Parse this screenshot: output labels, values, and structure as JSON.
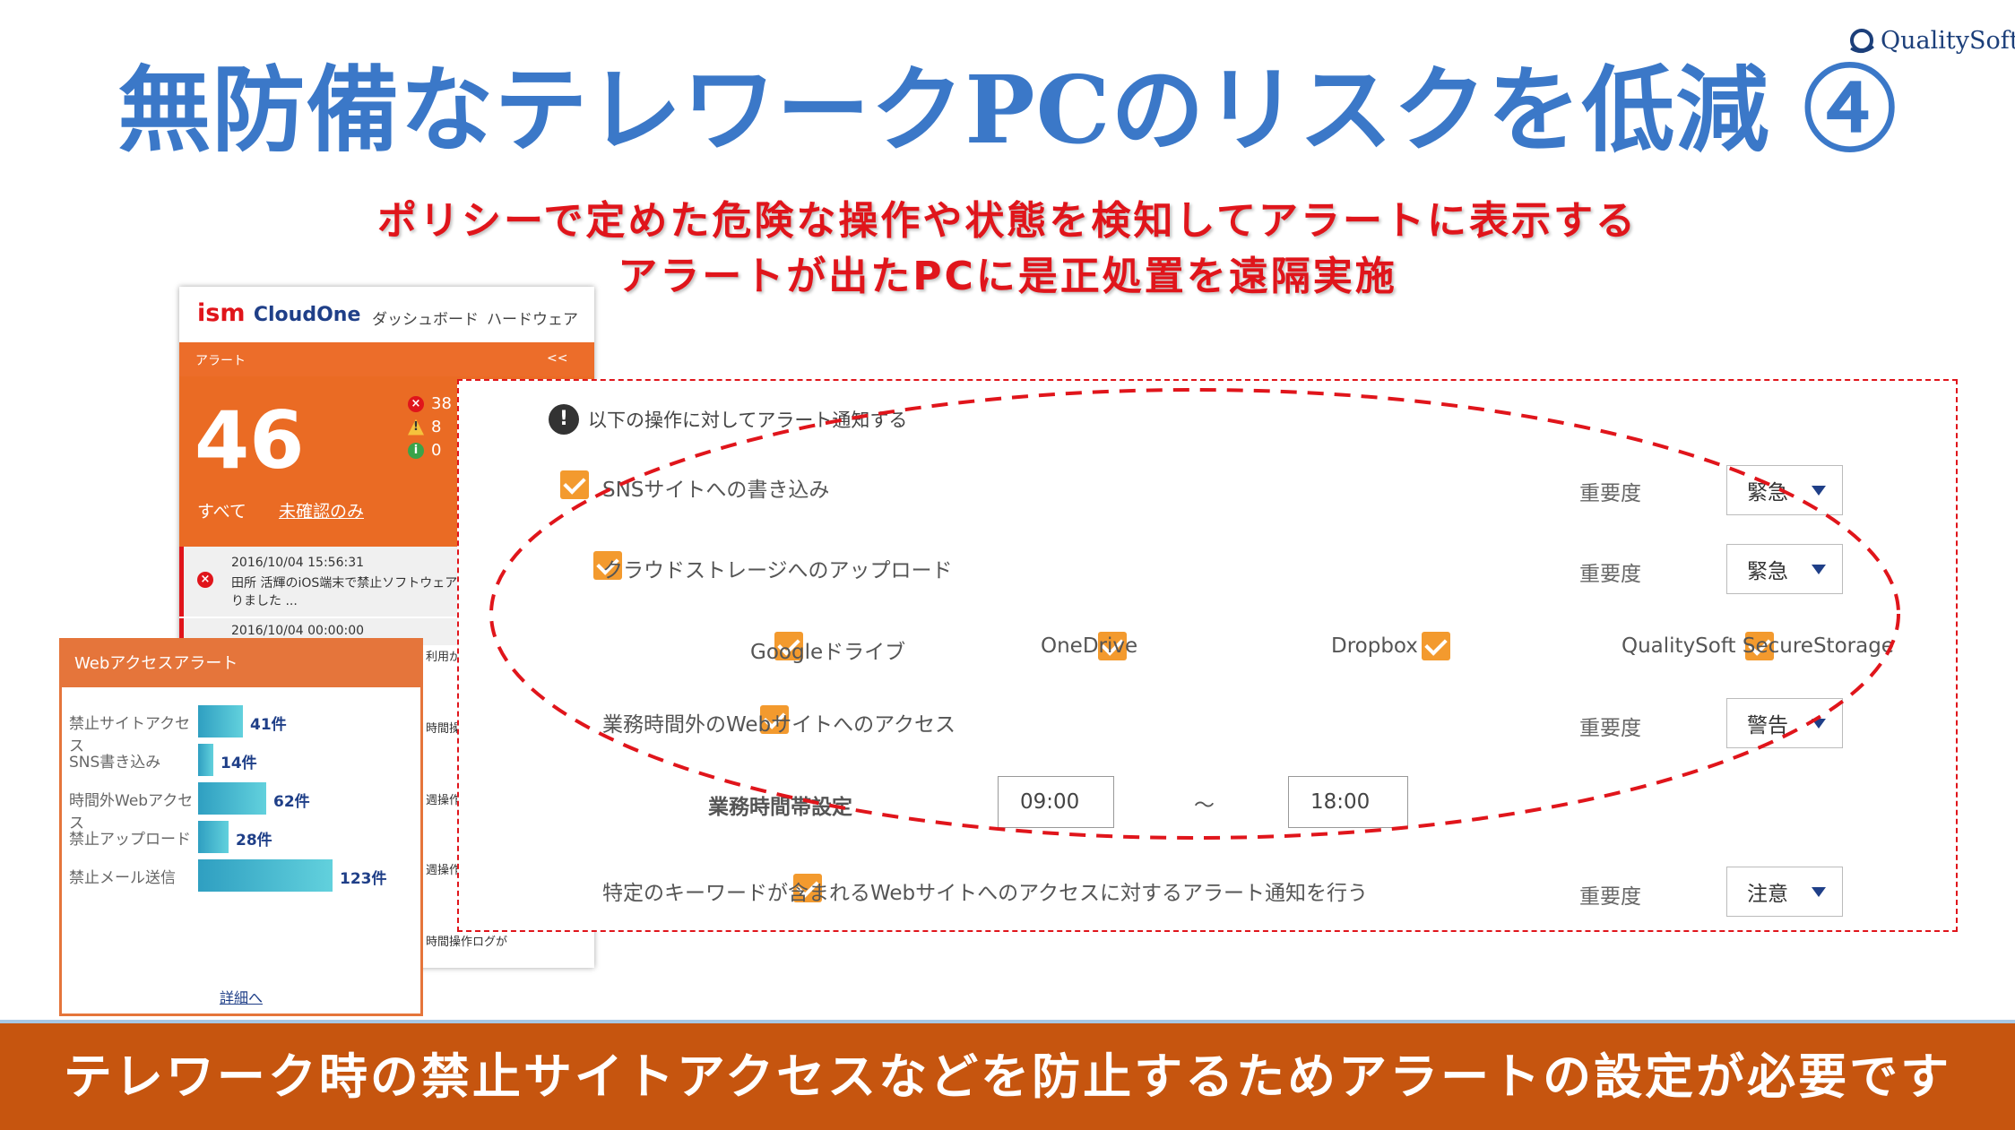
{
  "brand": {
    "name": "QualitySoft"
  },
  "title": "無防備なテレワークPCのリスクを低減 ④",
  "subtitle_lines": [
    "ポリシーで定めた危険な操作や状態を検知してアラートに表示する",
    "アラートが出たPCに是正処置を遠隔実施"
  ],
  "ism": {
    "logo_ism": "ism",
    "logo_cloud": "CloudOne",
    "tabs": [
      "ダッシュボード",
      "ハードウェア"
    ],
    "alert_header": "アラート",
    "collapse": "<<",
    "alert_count": "46",
    "stats": [
      {
        "icon": "error-icon",
        "value": "38",
        "color": "#e0151b"
      },
      {
        "icon": "warning-icon",
        "value": "8",
        "color": "#f5a623"
      },
      {
        "icon": "info-icon",
        "value": "0",
        "color": "#3aa34a"
      }
    ],
    "filter_all": "すべて",
    "filter_unconfirmed": "未確認のみ",
    "log1_time": "2016/10/04 15:56:31",
    "log1_text": "田所 活輝のiOS端末で禁止ソフトウェアの",
    "log1_text2": "りました ...",
    "log2_time": "2016/10/04 00:00:00",
    "side_snippets": [
      "利用が",
      "時間操",
      "週操作",
      "週操作",
      "時間操作ログが"
    ]
  },
  "web_alert": {
    "title": "Webアクセスアラート",
    "rows": [
      {
        "label": "禁止サイトアクセス",
        "value": "41件",
        "count": 41
      },
      {
        "label": "SNS書き込み",
        "value": "14件",
        "count": 14
      },
      {
        "label": "時間外Webアクセス",
        "value": "62件",
        "count": 62
      },
      {
        "label": "禁止アップロード",
        "value": "28件",
        "count": 28
      },
      {
        "label": "禁止メール送信",
        "value": "123件",
        "count": 123
      }
    ],
    "detail_link": "詳細へ"
  },
  "settings": {
    "header": "以下の操作に対してアラート通知する",
    "severity_label": "重要度",
    "sns": {
      "label": "SNSサイトへの書き込み",
      "severity": "緊急"
    },
    "cloud": {
      "label": "クラウドストレージへのアップロード",
      "severity": "緊急"
    },
    "cloud_services": [
      "Googleドライブ",
      "OneDrive",
      "Dropbox",
      "QualitySoft SecureStorage"
    ],
    "after_hours": {
      "label": "業務時間外のWebサイトへのアクセス",
      "severity": "警告"
    },
    "business_hours": {
      "label": "業務時間帯設定",
      "start": "09:00",
      "separator": "～",
      "end": "18:00"
    },
    "keyword": {
      "label": "特定のキーワードが含まれるWebサイトへのアクセスに対するアラート通知を行う",
      "severity": "注意"
    }
  },
  "footer": "テレワーク時の禁止サイトアクセスなどを防止するためアラートの設定が必要です",
  "colors": {
    "title_blue": "#3b78c8",
    "alert_red": "#e0151b",
    "orange": "#ea6b24",
    "footer": "#c6550f"
  }
}
